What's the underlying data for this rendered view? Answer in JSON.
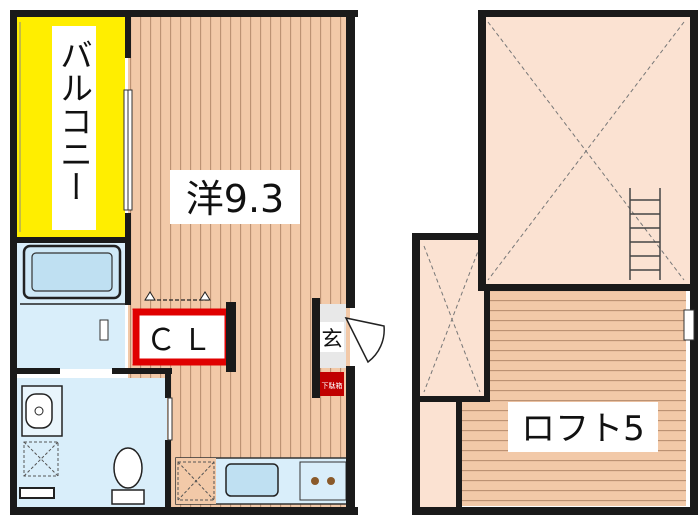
{
  "rooms": {
    "balcony": "バルコニー",
    "western_room": "洋9.3",
    "closet": "ＣＬ",
    "entrance": "玄",
    "shoe_box": "下駄箱",
    "loft": "ロフト5"
  },
  "colors": {
    "wall": "#1a1a1a",
    "wood_floor": "#f2c9a8",
    "wood_lines": "#b98f70",
    "balcony": "#ffee00",
    "wet_area": "#d9eefa",
    "loft_void": "#fbe2d2",
    "closet_outline": "#e00000",
    "shoe_box": "#c00000"
  }
}
